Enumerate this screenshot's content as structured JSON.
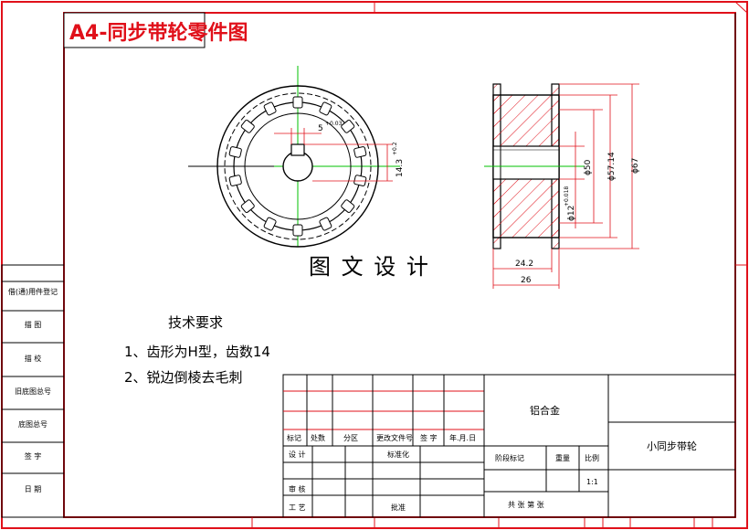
{
  "title": "A4-同步带轮零件图",
  "watermark": "图 文 设 计",
  "tech": {
    "heading": "技术要求",
    "item1": "1、齿形为H型，齿数14",
    "item2": "2、锐边倒棱去毛刺"
  },
  "dims": {
    "keyway_width": "5",
    "keyway_width_tol": "+0.03",
    "keyway_depth": "14.3",
    "keyway_depth_tol": "+0.2",
    "bore": "ϕ12",
    "bore_tol": "+0.018",
    "hub_dia": "ϕ50",
    "pitch_dia": "ϕ57.14",
    "flange_dia": "ϕ67",
    "inner_width": "24.2",
    "total_width": "26"
  },
  "side_labels": [
    "借(通)用件登记",
    "描  图",
    "描  校",
    "旧底图总号",
    "底图总号",
    "签  字",
    "日  期"
  ],
  "title_block": {
    "material": "铝合金",
    "part_name": "小同步带轮",
    "header_row": [
      "标记",
      "处数",
      "分区",
      "更改文件号",
      "签 字",
      "年.月.日"
    ],
    "design": "设 计",
    "standardize": "标准化",
    "review": "审 核",
    "process": "工 艺",
    "approve": "批准",
    "stage_mark": "阶段标记",
    "weight": "重量",
    "scale_label": "比例",
    "scale": "1:1",
    "sheets": "共   张   第   张"
  },
  "colors": {
    "frame": "#e0101a",
    "hatch": "#e0101a",
    "centerline": "#00c000",
    "line": "#000000"
  }
}
